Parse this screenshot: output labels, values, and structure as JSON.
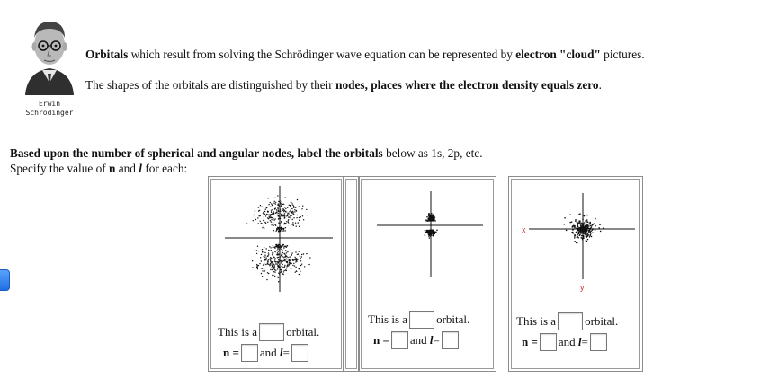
{
  "portrait": {
    "caption_line1": "Erwin",
    "caption_line2": "Schrödinger"
  },
  "intro": {
    "line1_a": "Orbitals",
    "line1_b": " which result from solving the Schrödinger wave equation can be represented by ",
    "line1_c": "electron \"cloud\"",
    "line1_d": " pictures.",
    "line2_a": "The shapes of the orbitals are distinguished by their ",
    "line2_b": "nodes, places where the electron density equals zero",
    "line2_c": "."
  },
  "question": {
    "line1_bold": "Based upon the number of spherical and angular nodes, label the orbitals",
    "line1_rest": " below as 1s, 2p, etc.",
    "line2_a": "Specify the value of ",
    "line2_n": "n",
    "line2_b": " and ",
    "line2_l": "l",
    "line2_c": " for each:"
  },
  "panels": [
    {
      "this_is_a": "This is a",
      "orbital": "orbital.",
      "n_label": "n =",
      "and_label": "and",
      "l_label": "l",
      "eq": "="
    },
    {
      "this_is_a": "This is a",
      "orbital": "orbital.",
      "n_label": "n =",
      "and_label": "and",
      "l_label": "l",
      "eq": "="
    },
    {
      "this_is_a": "This is a",
      "orbital": "orbital.",
      "n_label": "n =",
      "and_label": "and",
      "l_label": "l",
      "eq": "=",
      "x_axis": "x",
      "y_axis": "y"
    }
  ],
  "colors": {
    "axis_label": "#cc3333",
    "dots": "#111111"
  }
}
